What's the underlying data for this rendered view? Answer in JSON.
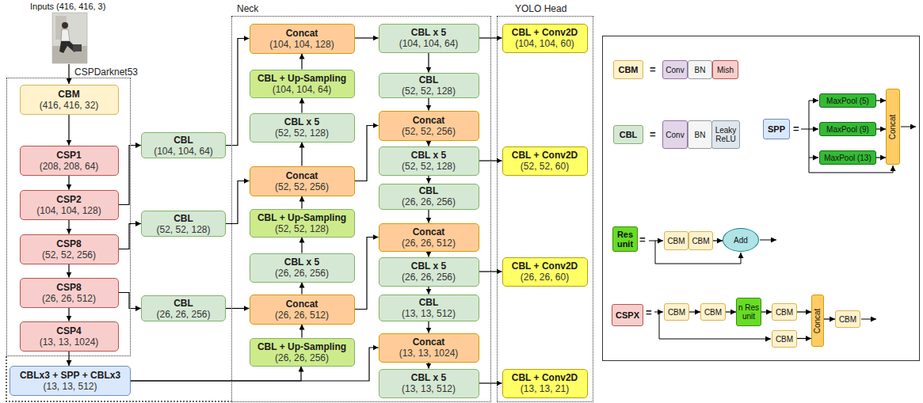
{
  "diagram": {
    "nodes": [
      {
        "text": [
          "CSPDarknet53"
        ]
      },
      {
        "text": [
          "CBM",
          "(416, 416, 32)"
        ],
        "in": 0
      },
      {
        "text": [
          "CSP1",
          "(208, 208, 64)"
        ],
        "in": 0
      },
      {
        "text": [
          "CSP2",
          "(104, 104, 128)"
        ],
        "in": 0
      },
      {
        "text": [
          "CSP8",
          "(52, 52, 256)"
        ],
        "in": 0
      },
      {
        "text": [
          "CSP8",
          "(26, 26, 512)"
        ],
        "in": 0
      },
      {
        "text": [
          "CSP4",
          "(13, 13, 1024)"
        ],
        "in": 0
      },
      {
        "text": [
          "CBLx3 + SPP + CBLx3",
          "(13, 13, 512)"
        ]
      },
      {
        "text": [
          "CBL",
          "(104, 104, 64)"
        ]
      },
      {
        "text": [
          "CBL",
          "(52, 52, 128)"
        ]
      },
      {
        "text": [
          "CBL",
          "(26, 26, 256)"
        ]
      },
      {
        "text": [
          "Neck"
        ]
      },
      {
        "text": [
          "Concat",
          "(104, 104, 128)"
        ],
        "in": 11
      },
      {
        "text": [
          "CBL + Up-Sampling",
          "(104, 104, 64)"
        ],
        "in": 11
      },
      {
        "text": [
          "CBL x 5",
          "(52, 52, 128)"
        ],
        "in": 11
      },
      {
        "text": [
          "Concat",
          "(52, 52, 256)"
        ],
        "in": 11
      },
      {
        "text": [
          "CBL + Up-Sampling",
          "(52, 52, 128)"
        ],
        "in": 11
      },
      {
        "text": [
          "CBL x 5",
          "(26, 26, 256)"
        ],
        "in": 11
      },
      {
        "text": [
          "Concat",
          "(26, 26, 512)"
        ],
        "in": 11
      },
      {
        "text": [
          "CBL + Up-Sampling",
          "(26, 26, 256)"
        ],
        "in": 11
      },
      {
        "text": [
          "CBL x 5",
          "(104, 104, 64)"
        ],
        "in": 11
      },
      {
        "text": [
          "CBL",
          "(52, 52, 128)"
        ],
        "in": 11
      },
      {
        "text": [
          "Concat",
          "(52, 52, 256)"
        ],
        "in": 11
      },
      {
        "text": [
          "CBL x 5",
          "(52, 52, 128)"
        ],
        "in": 11
      },
      {
        "text": [
          "CBL",
          "(26, 26, 256)"
        ],
        "in": 11
      },
      {
        "text": [
          "Concat",
          "(26, 26, 512)"
        ],
        "in": 11
      },
      {
        "text": [
          "CBL x 5",
          "(26, 26, 256)"
        ],
        "in": 11
      },
      {
        "text": [
          "CBL",
          "(13, 13, 512)"
        ],
        "in": 11
      },
      {
        "text": [
          "Concat",
          "(13, 13, 1024)"
        ],
        "in": 11
      },
      {
        "text": [
          "CBL x 5",
          "(13, 13, 512)"
        ],
        "in": 11
      },
      {
        "text": [
          "YOLO Head"
        ]
      },
      {
        "text": [
          "CBL + Conv2D",
          "(104, 104, 60)"
        ],
        "in": 30
      },
      {
        "text": [
          "CBL + Conv2D",
          "(52, 52, 60)"
        ],
        "in": 30
      },
      {
        "text": [
          "CBL + Conv2D",
          "(26, 26, 60)"
        ],
        "in": 30
      },
      {
        "text": [
          "CBL + Conv2D",
          "(13, 13, 21)"
        ],
        "in": 30
      },
      {
        "text": [
          "CBM"
        ]
      },
      {
        "text": [
          "Conv"
        ]
      },
      {
        "text": [
          "BN"
        ]
      },
      {
        "text": [
          "Mish"
        ]
      },
      {
        "text": [
          "CBL"
        ]
      },
      {
        "text": [
          "Conv"
        ]
      },
      {
        "text": [
          "BN"
        ]
      },
      {
        "text": [
          "Leaky ReLU"
        ]
      },
      {
        "text": [
          "SPP"
        ]
      },
      {
        "text": [
          "MaxPool (5)"
        ]
      },
      {
        "text": [
          "MaxPool (9)"
        ]
      },
      {
        "text": [
          "MaxPool (13)"
        ]
      },
      {
        "text": [
          "Concat"
        ]
      },
      {
        "text": [
          "Res unit"
        ]
      },
      {
        "text": [
          "CBM"
        ]
      },
      {
        "text": [
          "CBM"
        ]
      },
      {
        "text": [
          "Add"
        ]
      },
      {
        "text": [
          "CSPX"
        ]
      },
      {
        "text": [
          "CBM"
        ]
      },
      {
        "text": [
          "CBM"
        ]
      },
      {
        "text": [
          "n Res unit"
        ]
      },
      {
        "text": [
          "CBM"
        ]
      },
      {
        "text": [
          "CBM"
        ]
      },
      {
        "text": [
          "Concat"
        ]
      },
      {
        "text": [
          "CBM"
        ]
      }
    ],
    "edges": [
      {
        "from": 1,
        "to": 2,
        "arrow": "to"
      },
      {
        "from": 2,
        "to": 3,
        "arrow": "to"
      },
      {
        "from": 3,
        "to": 4,
        "arrow": "to"
      },
      {
        "from": 4,
        "to": 5,
        "arrow": "to"
      },
      {
        "from": 5,
        "to": 6,
        "arrow": "to"
      },
      {
        "from": 6,
        "to": 7,
        "arrow": "to"
      },
      {
        "from": 3,
        "to": 8,
        "arrow": "to"
      },
      {
        "from": 4,
        "to": 9,
        "arrow": "to"
      },
      {
        "from": 5,
        "to": 10,
        "arrow": "to"
      },
      {
        "from": 8,
        "to": 12,
        "arrow": "to"
      },
      {
        "from": 9,
        "to": 15,
        "arrow": "to"
      },
      {
        "from": 10,
        "to": 18,
        "arrow": "to"
      },
      {
        "from": 7,
        "to": 19,
        "arrow": "to"
      },
      {
        "from": 7,
        "to": 28,
        "arrow": "to"
      },
      {
        "from": 13,
        "to": 12,
        "arrow": "to"
      },
      {
        "from": 14,
        "to": 13,
        "arrow": "to"
      },
      {
        "from": 15,
        "to": 14,
        "arrow": "to"
      },
      {
        "from": 16,
        "to": 15,
        "arrow": "to"
      },
      {
        "from": 17,
        "to": 16,
        "arrow": "to"
      },
      {
        "from": 18,
        "to": 17,
        "arrow": "to"
      },
      {
        "from": 19,
        "to": 18,
        "arrow": "to"
      },
      {
        "from": 12,
        "to": 20,
        "arrow": "to"
      },
      {
        "from": 20,
        "to": 31,
        "arrow": "to"
      },
      {
        "from": 20,
        "to": 21,
        "arrow": "to"
      },
      {
        "from": 21,
        "to": 22,
        "arrow": "to"
      },
      {
        "from": 15,
        "to": 22,
        "arrow": "to"
      },
      {
        "from": 22,
        "to": 23,
        "arrow": "to"
      },
      {
        "from": 23,
        "to": 32,
        "arrow": "to"
      },
      {
        "from": 23,
        "to": 24,
        "arrow": "to"
      },
      {
        "from": 24,
        "to": 25,
        "arrow": "to"
      },
      {
        "from": 18,
        "to": 25,
        "arrow": "to"
      },
      {
        "from": 25,
        "to": 26,
        "arrow": "to"
      },
      {
        "from": 26,
        "to": 33,
        "arrow": "to"
      },
      {
        "from": 26,
        "to": 27,
        "arrow": "to"
      },
      {
        "from": 27,
        "to": 28,
        "arrow": "to"
      },
      {
        "from": 28,
        "to": 29,
        "arrow": "to"
      },
      {
        "from": 29,
        "to": 34,
        "arrow": "to"
      },
      {
        "from": 44,
        "to": 47,
        "arrow": "to"
      },
      {
        "from": 45,
        "to": 47,
        "arrow": "to"
      },
      {
        "from": 46,
        "to": 47,
        "arrow": "to"
      },
      {
        "from": 50,
        "to": 51,
        "arrow": "to"
      },
      {
        "from": 53,
        "to": 54,
        "arrow": "to"
      },
      {
        "from": 54,
        "to": 55,
        "arrow": "to"
      },
      {
        "from": 55,
        "to": 56,
        "arrow": "to"
      },
      {
        "from": 56,
        "to": 58,
        "arrow": "to"
      },
      {
        "from": 57,
        "to": 58,
        "arrow": "to"
      },
      {
        "from": 58,
        "to": 59,
        "arrow": "to"
      }
    ],
    "labels": [
      "Inputs (416, 416, 3)",
      "=",
      "=",
      "=",
      "=",
      "="
    ]
  }
}
